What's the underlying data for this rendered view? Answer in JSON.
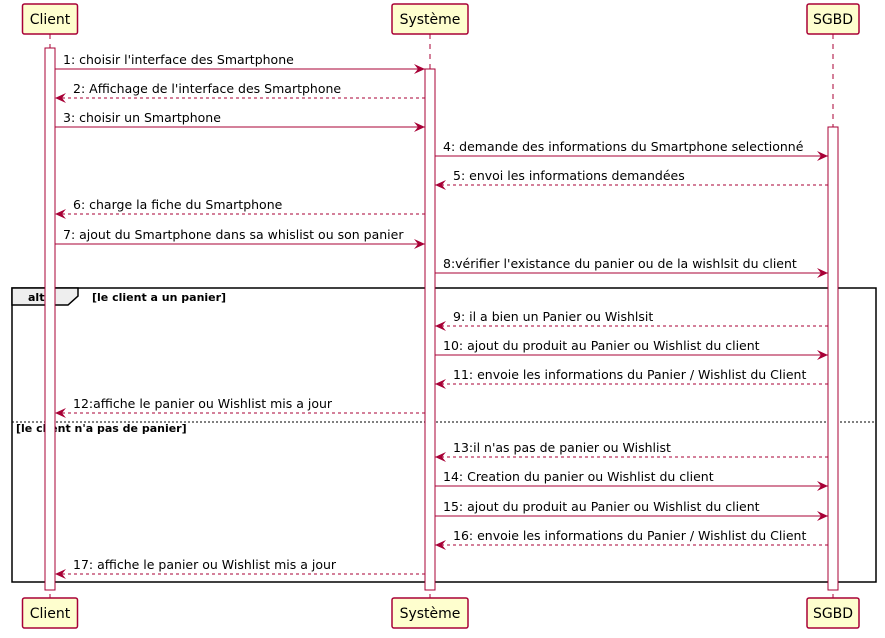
{
  "colors": {
    "participant_fill": "#FEFECE",
    "border": "#A80036",
    "arrow": "#A80036",
    "frame": "#000000"
  },
  "participants": [
    "Client",
    "Système",
    "SGBD"
  ],
  "messages": [
    {
      "from": 0,
      "to": 1,
      "text": "1: choisir l'interface des Smartphone",
      "dashed": false
    },
    {
      "from": 1,
      "to": 0,
      "text": "2: Affichage de l'interface des Smartphone",
      "dashed": true
    },
    {
      "from": 0,
      "to": 1,
      "text": "3: choisir un Smartphone",
      "dashed": false
    },
    {
      "from": 1,
      "to": 2,
      "text": "4: demande des informations du Smartphone selectionné",
      "dashed": false
    },
    {
      "from": 2,
      "to": 1,
      "text": "5: envoi les informations demandées",
      "dashed": true
    },
    {
      "from": 1,
      "to": 0,
      "text": "6: charge la fiche du Smartphone",
      "dashed": true
    },
    {
      "from": 0,
      "to": 1,
      "text": "7: ajout du Smartphone dans sa whislist ou son panier",
      "dashed": false
    },
    {
      "from": 1,
      "to": 2,
      "text": "8:vérifier l'existance du panier ou de la wishlsit du client",
      "dashed": false
    },
    {
      "from": 2,
      "to": 1,
      "text": "9: il a bien un Panier ou Wishlsit",
      "dashed": true
    },
    {
      "from": 1,
      "to": 2,
      "text": "10:  ajout du produit au Panier ou Wishlist du client",
      "dashed": false
    },
    {
      "from": 2,
      "to": 1,
      "text": "11: envoie les informations du Panier / Wishlist du Client",
      "dashed": true
    },
    {
      "from": 1,
      "to": 0,
      "text": "12:affiche le panier ou Wishlist mis a jour",
      "dashed": true
    },
    {
      "from": 2,
      "to": 1,
      "text": "13:il n'as pas de panier ou Wishlist",
      "dashed": true
    },
    {
      "from": 1,
      "to": 2,
      "text": "14: Creation du panier ou Wishlist du client",
      "dashed": false
    },
    {
      "from": 1,
      "to": 2,
      "text": "15:  ajout du produit au Panier ou Wishlist du client",
      "dashed": false
    },
    {
      "from": 2,
      "to": 1,
      "text": "16: envoie les informations du Panier / Wishlist du Client",
      "dashed": true
    },
    {
      "from": 1,
      "to": 0,
      "text": "17:  affiche le panier ou Wishlist mis a jour",
      "dashed": true
    }
  ],
  "fragment": {
    "keyword": "alt",
    "guard1": "[le client a un panier]",
    "guard2": "[le client n'a pas de panier]"
  }
}
